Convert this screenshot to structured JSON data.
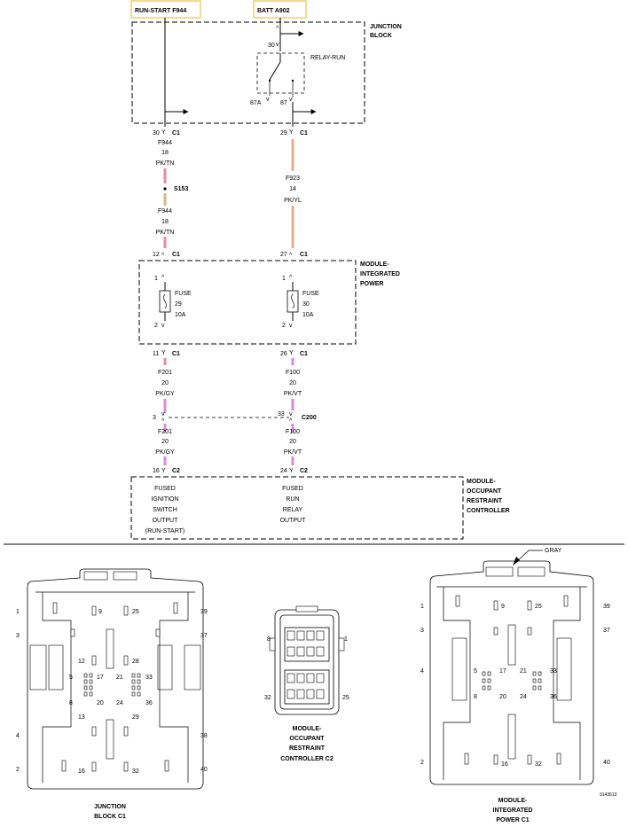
{
  "sources": {
    "left": "RUN-START F944",
    "right": "BATT A902"
  },
  "junction_block": {
    "title": [
      "JUNCTION",
      "BLOCK"
    ],
    "relay": "RELAY-RUN",
    "pin_30": "30",
    "pin_87a": "87A",
    "pin_87": "87"
  },
  "c1_top": {
    "left_pin": "30",
    "right_pin": "29",
    "conn": "C1"
  },
  "wires": {
    "f944_a": {
      "circuit": "F944",
      "gauge": "18",
      "color": "PK/TN"
    },
    "f944_b": {
      "circuit": "F944",
      "gauge": "18",
      "color": "PK/TN"
    },
    "f923": {
      "circuit": "F923",
      "gauge": "14",
      "color": "PK/YL"
    },
    "f201_a": {
      "circuit": "F201",
      "gauge": "20",
      "color": "PK/GY"
    },
    "f201_b": {
      "circuit": "F201",
      "gauge": "20",
      "color": "PK/GY"
    },
    "f100_a": {
      "circuit": "F100",
      "gauge": "20",
      "color": "PK/VT"
    },
    "f100_b": {
      "circuit": "F100",
      "gauge": "20",
      "color": "PK/VT"
    }
  },
  "splice": "S153",
  "mip_in": {
    "left_pin": "12",
    "right_pin": "27",
    "conn": "C1"
  },
  "module_integrated_power": {
    "title": [
      "MODULE-",
      "INTEGRATED",
      "POWER"
    ],
    "fuse_left": {
      "label": "FUSE",
      "num": "29",
      "rating": "10A",
      "pin_top": "1",
      "pin_bottom": "2"
    },
    "fuse_right": {
      "label": "FUSE",
      "num": "30",
      "rating": "10A",
      "pin_top": "1",
      "pin_bottom": "2"
    }
  },
  "mip_out": {
    "left_pin": "11",
    "right_pin": "26",
    "conn": "C1"
  },
  "c200": {
    "left_pin": "3",
    "right_pin": "33",
    "conn": "C200"
  },
  "orc_in": {
    "left_pin": "16",
    "right_pin": "24",
    "conn": "C2"
  },
  "orc": {
    "title": [
      "MODULE-",
      "OCCUPANT",
      "RESTRAINT",
      "CONTROLLER"
    ],
    "left_func": [
      "FUSED",
      "IGNITION",
      "SWITCH",
      "OUTPUT",
      "(RUN-START)"
    ],
    "right_func": [
      "FUSED",
      "RUN",
      "RELAY",
      "OUTPUT"
    ]
  },
  "connector_views": {
    "jb_c1": {
      "caption": [
        "JUNCTION",
        "BLOCK C1"
      ],
      "pins": [
        "1",
        "9",
        "25",
        "39",
        "3",
        "37",
        "12",
        "28",
        "5",
        "17",
        "21",
        "33",
        "8",
        "20",
        "24",
        "36",
        "13",
        "29",
        "4",
        "38",
        "2",
        "16",
        "32",
        "40"
      ]
    },
    "orc_c2": {
      "caption": [
        "MODULE-",
        "OCCUPANT",
        "RESTRAINT",
        "CONTROLLER C2"
      ],
      "pins": [
        "8",
        "1",
        "32",
        "25"
      ]
    },
    "mip_c1": {
      "caption": [
        "MODULE-",
        "INTEGRATED",
        "POWER C1"
      ],
      "color_callout": "GRAY",
      "pins": [
        "1",
        "9",
        "25",
        "39",
        "3",
        "37",
        "4",
        "5",
        "17",
        "21",
        "33",
        "8",
        "20",
        "24",
        "36",
        "2",
        "16",
        "32",
        "40"
      ]
    }
  },
  "figure_id": "9143513",
  "wire_colors": {
    "pink": "#e58aa8",
    "tan": "#d7b98a",
    "yellow": "#f2c46a",
    "violet": "#d98ad6",
    "gray": "#c8b6c6"
  }
}
